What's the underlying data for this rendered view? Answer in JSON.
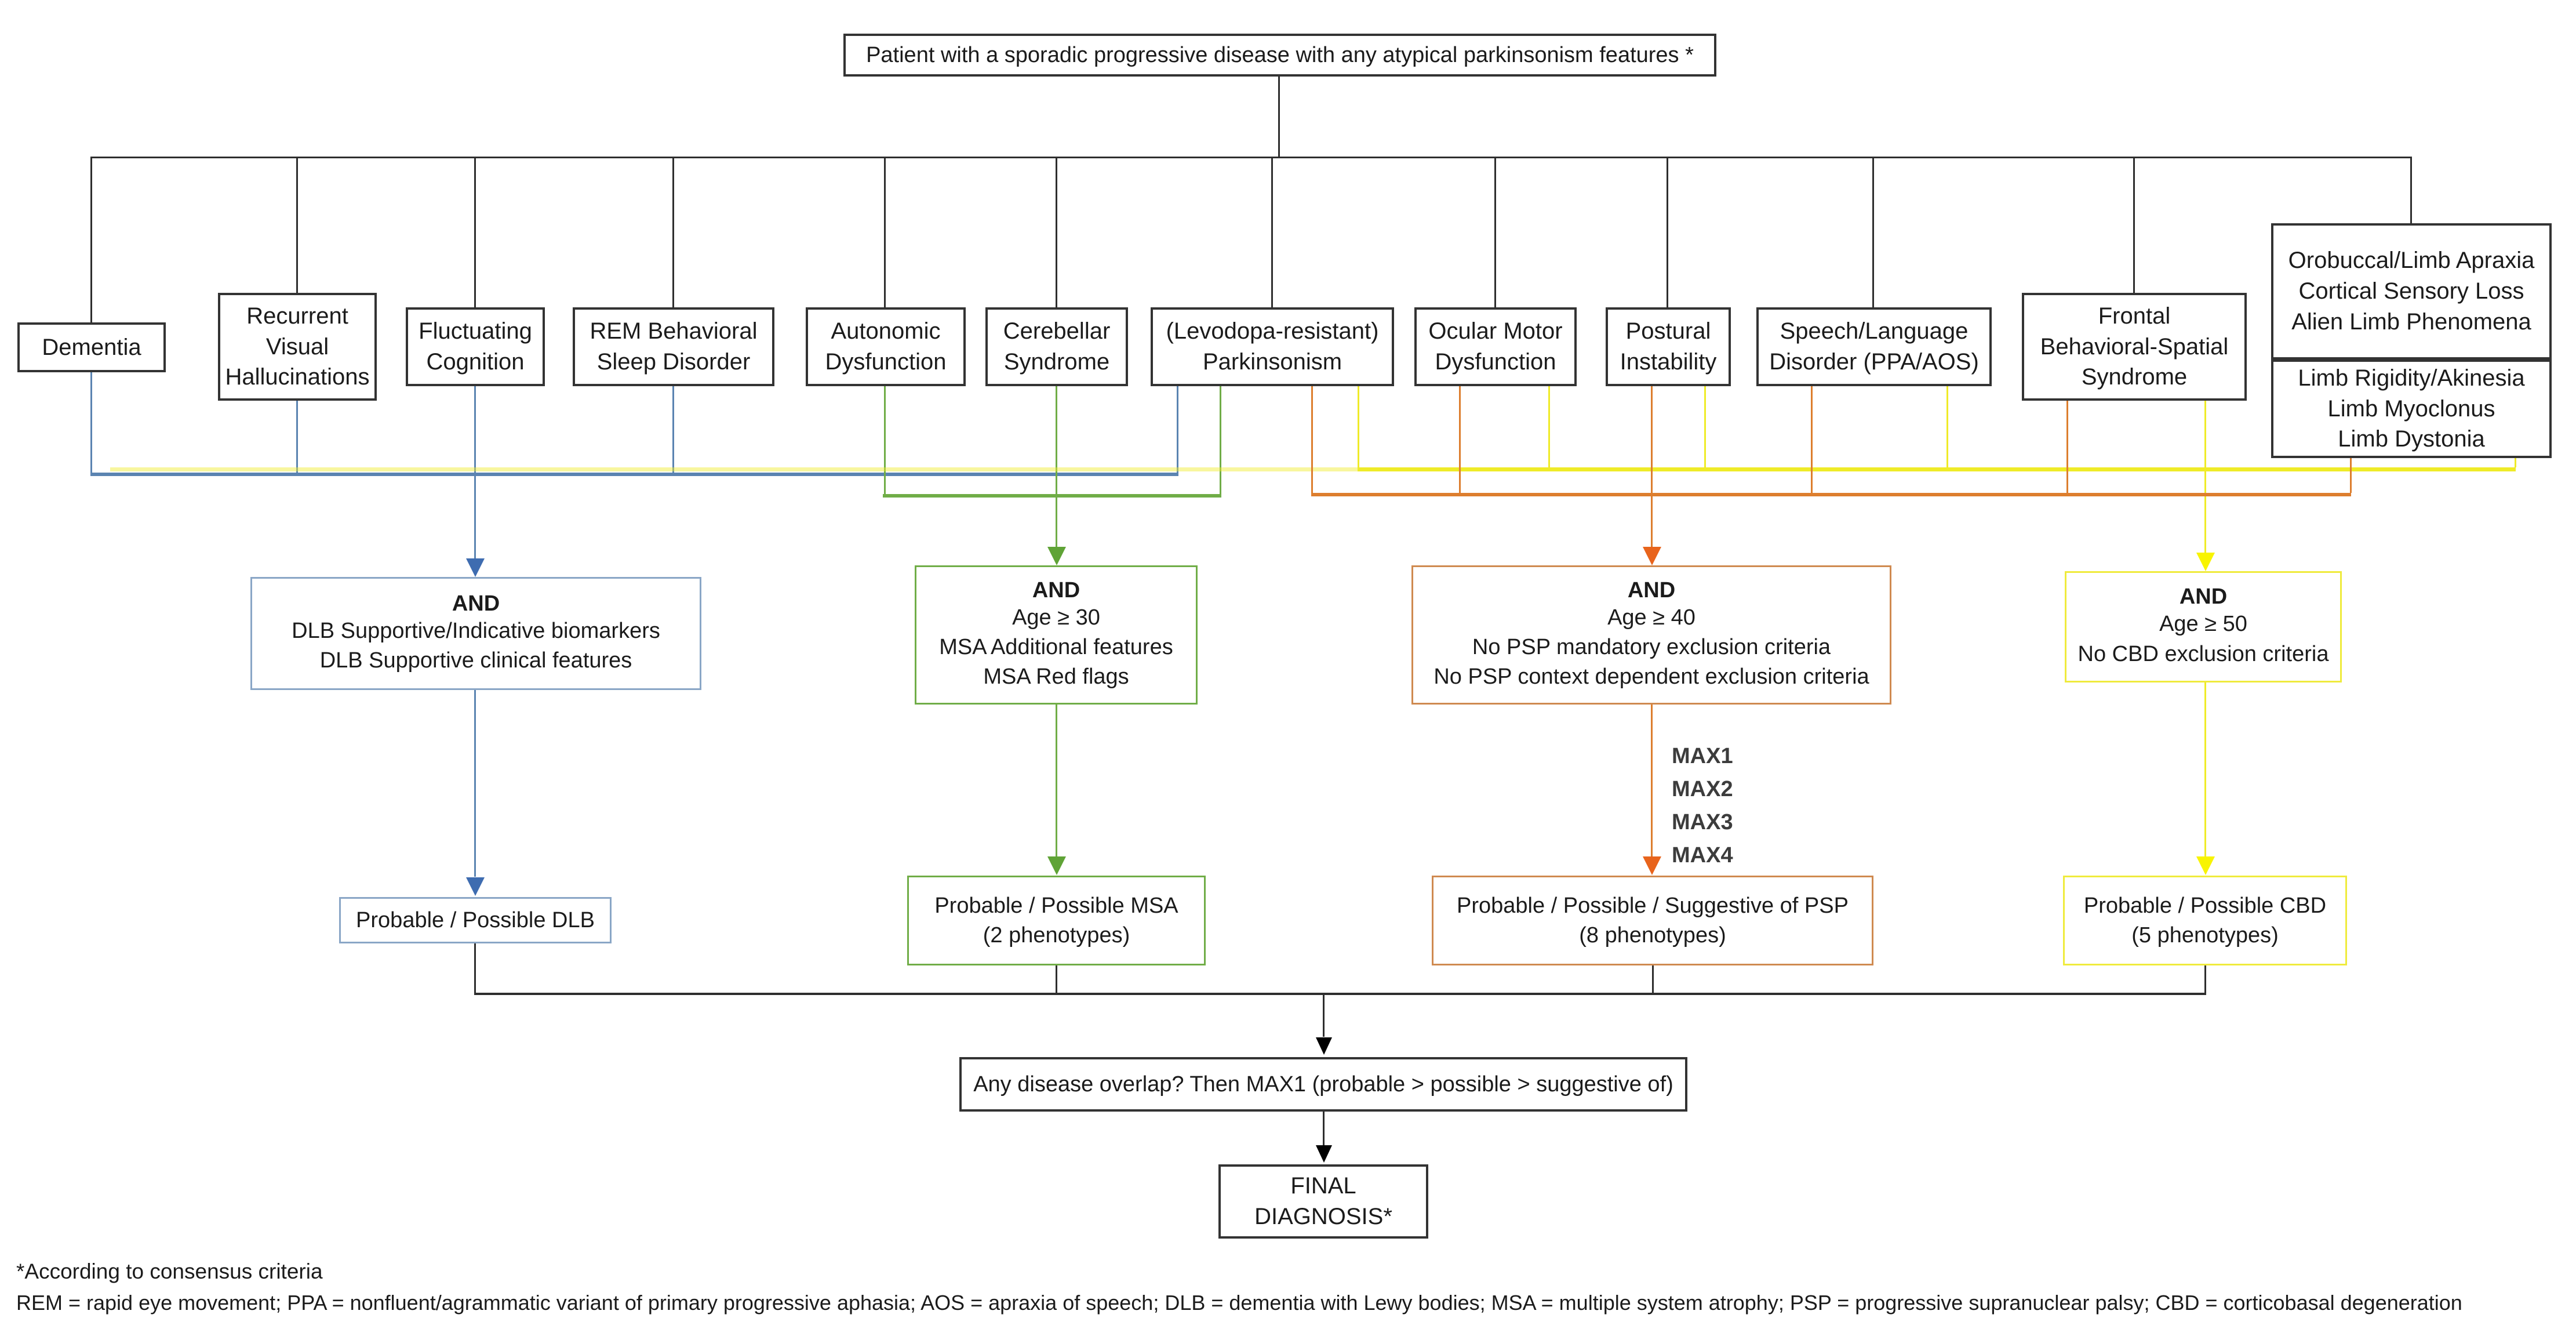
{
  "root": {
    "label": "Patient with a sporadic progressive disease with any atypical parkinsonism features *"
  },
  "symptoms": [
    {
      "label": "Dementia"
    },
    {
      "label": "Recurrent\nVisual\nHallucinations"
    },
    {
      "label": "Fluctuating\nCognition"
    },
    {
      "label": "REM Behavioral\nSleep Disorder"
    },
    {
      "label": "Autonomic\nDysfunction"
    },
    {
      "label": "Cerebellar\nSyndrome"
    },
    {
      "label": "(Levodopa-resistant)\nParkinsonism"
    },
    {
      "label": "Ocular Motor\nDysfunction"
    },
    {
      "label": "Postural\nInstability"
    },
    {
      "label": "Speech/Language\nDisorder (PPA/AOS)"
    },
    {
      "label": "Frontal\nBehavioral-Spatial\nSyndrome"
    },
    {
      "label": "Orobuccal/Limb Apraxia\nCortical Sensory Loss\nAlien Limb Phenomena"
    },
    {
      "label": "Limb Rigidity/Akinesia\nLimb Myoclonus\nLimb Dystonia"
    }
  ],
  "criteria": [
    {
      "id": "dlb",
      "and_label": "AND",
      "body": "DLB Supportive/Indicative biomarkers\nDLB Supportive clinical features"
    },
    {
      "id": "msa",
      "and_label": "AND",
      "body": "Age ≥ 30\nMSA Additional features\nMSA Red flags"
    },
    {
      "id": "psp",
      "and_label": "AND",
      "body": "Age ≥ 40\nNo PSP mandatory exclusion criteria\nNo PSP context dependent exclusion criteria"
    },
    {
      "id": "cbd",
      "and_label": "AND",
      "body": "Age ≥ 50\nNo CBD exclusion criteria"
    }
  ],
  "max_steps": [
    {
      "label": "MAX1"
    },
    {
      "label": "MAX2"
    },
    {
      "label": "MAX3"
    },
    {
      "label": "MAX4"
    }
  ],
  "outcomes": [
    {
      "label": "Probable / Possible DLB"
    },
    {
      "label": "Probable / Possible MSA\n(2 phenotypes)"
    },
    {
      "label": "Probable / Possible / Suggestive of PSP\n(8 phenotypes)"
    },
    {
      "label": "Probable / Possible CBD\n(5 phenotypes)"
    }
  ],
  "overlap": {
    "label": "Any disease overlap? Then MAX1 (probable > possible > suggestive of)"
  },
  "final": {
    "label": "FINAL\nDIAGNOSIS*"
  },
  "footnotes": [
    {
      "text": "*According to consensus criteria"
    },
    {
      "text": "REM = rapid eye movement; PPA = nonfluent/agrammatic variant of primary progressive aphasia; AOS = apraxia of speech; DLB = dementia with Lewy bodies; MSA = multiple system atrophy; PSP = progressive supranuclear palsy; CBD = corticobasal degeneration"
    }
  ],
  "colors": {
    "dlb": "#5b84b1",
    "msa": "#70ad47",
    "psp": "#dd7e2e",
    "cbd": "#efeb28",
    "line": "#2e2e2e"
  }
}
